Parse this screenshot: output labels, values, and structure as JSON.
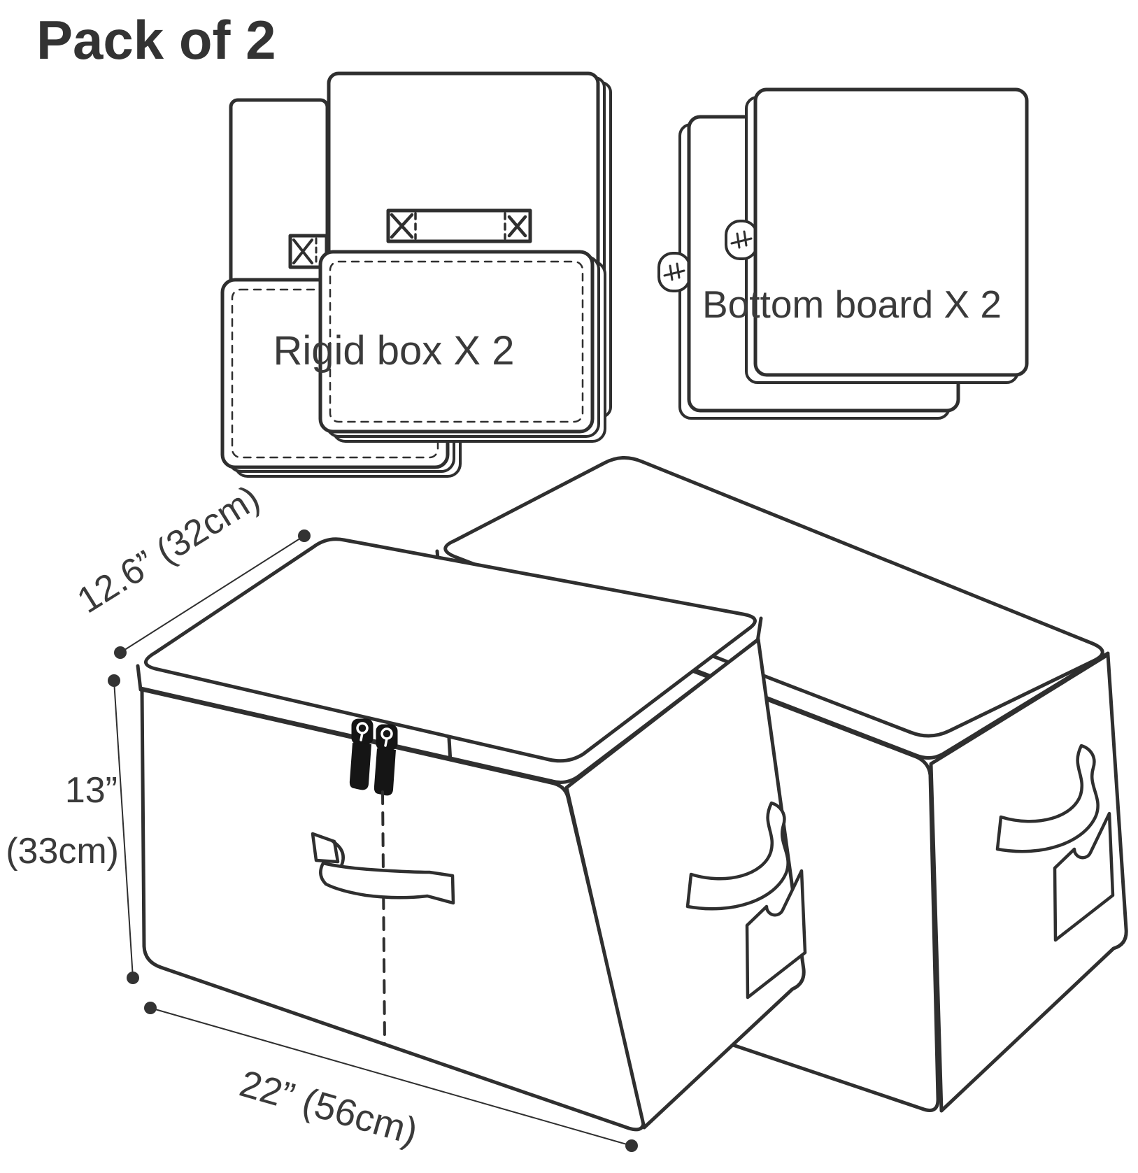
{
  "title": "Pack of 2",
  "illustration": {
    "rigid_box_label": "Rigid box X 2",
    "bottom_board_label": "Bottom board X 2"
  },
  "dimensions": {
    "depth": "12.6”  (32cm)",
    "height_in": "13”",
    "height_cm": "(33cm)",
    "width": "22”  (56cm)"
  },
  "colors": {
    "line": "#2f2f2f",
    "text": "#3a3a3a",
    "zipper_pull": "#151515",
    "background": "#ffffff"
  }
}
